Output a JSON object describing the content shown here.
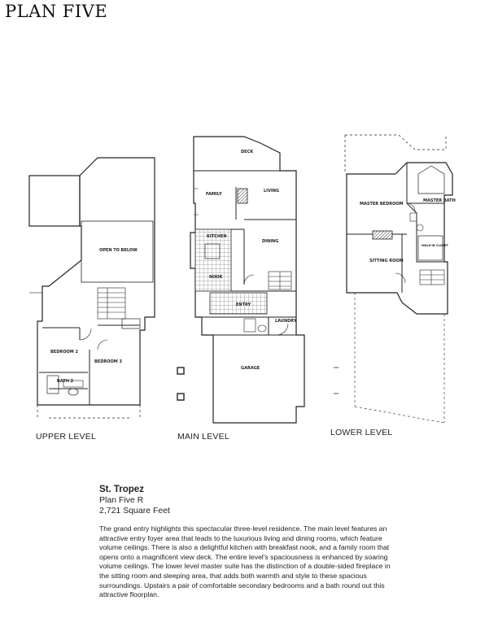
{
  "header": {
    "title": "PLAN FIVE"
  },
  "levels": {
    "upper": {
      "label": "UPPER LEVEL",
      "rooms": {
        "open_below": "OPEN TO BELOW",
        "bedroom2": "BEDROOM 2",
        "bedroom3": "BEDROOM 3",
        "bath2": "BATH 2"
      }
    },
    "main": {
      "label": "MAIN LEVEL",
      "rooms": {
        "deck": "DECK",
        "family": "FAMILY",
        "living": "LIVING",
        "kitchen": "KITCHEN",
        "dining": "DINING",
        "nook": "NOOK",
        "entry": "ENTRY",
        "laundry": "LAUNDRY",
        "garage": "GARAGE"
      }
    },
    "lower": {
      "label": "LOWER LEVEL",
      "rooms": {
        "master_bedroom": "MASTER BEDROOM",
        "master_bath": "MASTER BATH",
        "sitting_room": "SITTING ROOM",
        "walk_in_closet": "WALK-IN CLOSET"
      }
    }
  },
  "description": {
    "name": "St. Tropez",
    "plan": "Plan Five R",
    "square_feet": "2,721 Square Feet",
    "body": "The grand entry highlights this spectacular three-level residence. The main level features an attractive entry foyer area that leads to the luxurious living and dining rooms, which feature volume ceilings. There is also a delightful kitchen with breakfast nook, and a family room that opens onto a magnificent view deck. The entire level's spaciousness is enhanced by soaring volume ceilings. The lower level master suite has the distinction of a double-sided fireplace in the sitting room and sleeping area, that adds both warmth and style to these spacious surroundings. Upstairs a pair of comfortable secondary bedrooms and a bath round out this attractive floorplan."
  }
}
